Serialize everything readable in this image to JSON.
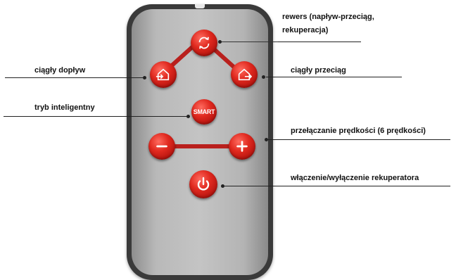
{
  "callouts": {
    "reverse": {
      "line1": "rewers (napływ-przeciąg,",
      "line2": "rekuperacja)"
    },
    "supply": "ciągły dopływ",
    "exhaust": "ciągły przeciąg",
    "smart": "tryb inteligentny",
    "speed": "przełączanie prędkości (6 prędkości)",
    "power": "włączenie/wyłączenie rekuperatora"
  },
  "buttons": {
    "smart_label": "SMART",
    "reverse_icon": "rotate-arrows-icon",
    "supply_icon": "house-arrow-in-icon",
    "exhaust_icon": "house-arrow-out-icon",
    "minus_icon": "minus-icon",
    "plus_icon": "plus-icon",
    "power_icon": "power-icon"
  },
  "colors": {
    "button_red": "#d42a20",
    "connector_red": "#b9201d",
    "remote_body": "#b9b9b9",
    "remote_rim": "#3a3a3a"
  }
}
